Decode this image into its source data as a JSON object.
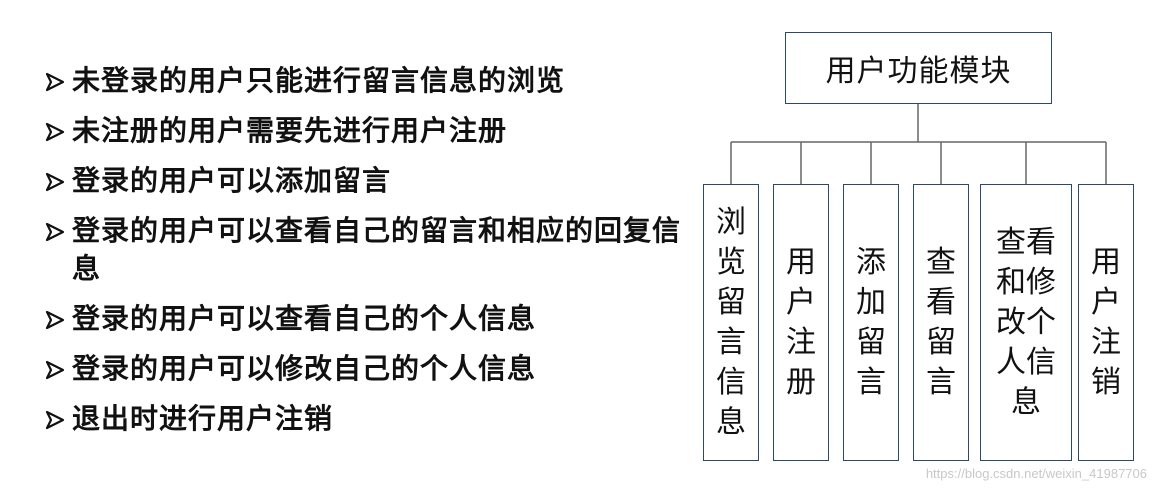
{
  "bullets": [
    "未登录的用户只能进行留言信息的浏览",
    "未注册的用户需要先进行用户注册",
    "登录的用户可以添加留言",
    "登录的用户可以查看自己的留言和相应的回复信息",
    "登录的用户可以查看自己的个人信息",
    "登录的用户可以修改自己的个人信息",
    "退出时进行用户注销"
  ],
  "diagram": {
    "root": "用户功能模块",
    "children": [
      "浏览留言信息",
      "用户注册",
      "添加留言",
      "查看留言",
      "查看和修改个人信息",
      "用户注销"
    ]
  },
  "watermark": "https://blog.csdn.net/weixin_41987706",
  "colors": {
    "box_border": "#2b4a6b",
    "text": "#111111",
    "watermark": "#c8c8c8"
  },
  "icons": {
    "bullet": "arrow-bullet-icon"
  }
}
